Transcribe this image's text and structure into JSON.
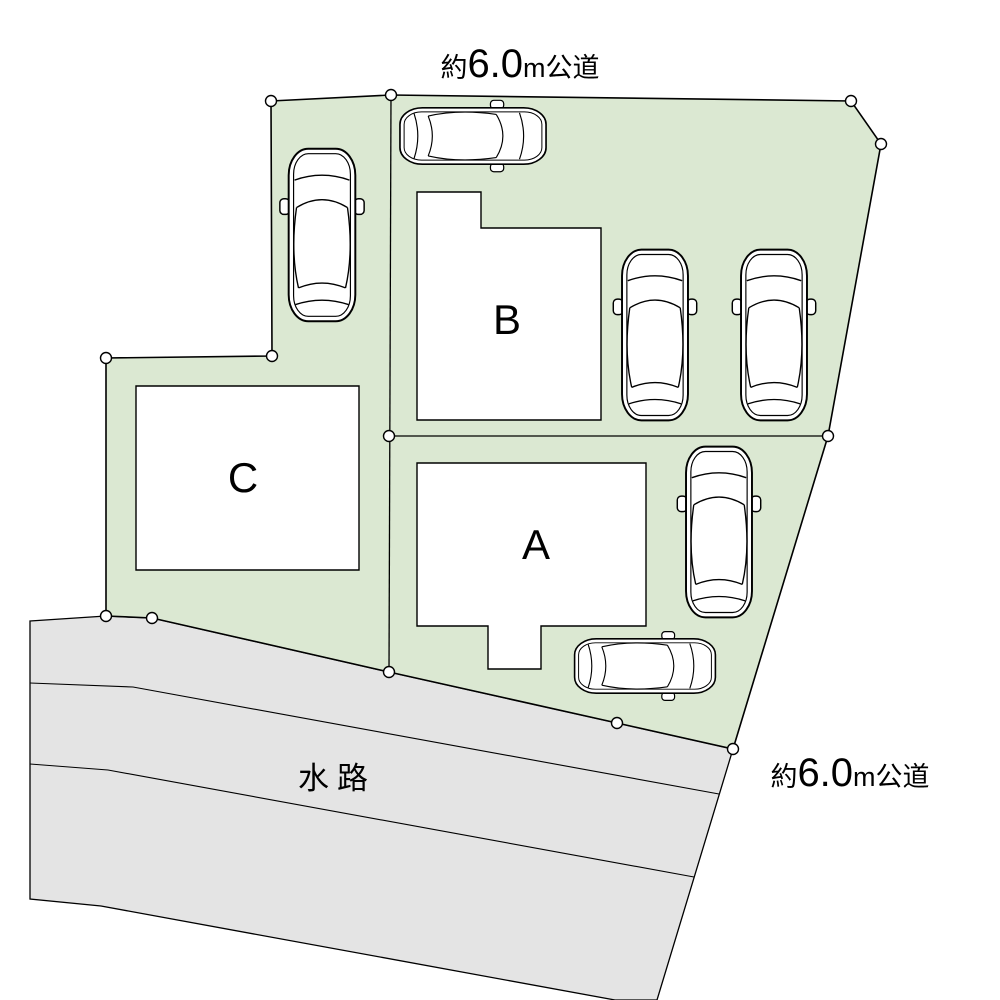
{
  "labels": {
    "road_top": {
      "prefix": "約",
      "number": "6.0",
      "suffix": "m公道"
    },
    "road_bottom": {
      "prefix": "約",
      "number": "6.0",
      "suffix": "m公道"
    },
    "waterway": "水路"
  },
  "plots": [
    {
      "label": "A"
    },
    {
      "label": "B"
    },
    {
      "label": "C"
    }
  ],
  "cars_count": 6,
  "icons": {
    "car": "car-top-view-icon",
    "vertex": "boundary-point-marker"
  },
  "colors": {
    "parcel_green": "#dbe8d2",
    "road_gray": "#e4e4e4",
    "house_fill": "#ffffff",
    "outline": "#000000"
  }
}
